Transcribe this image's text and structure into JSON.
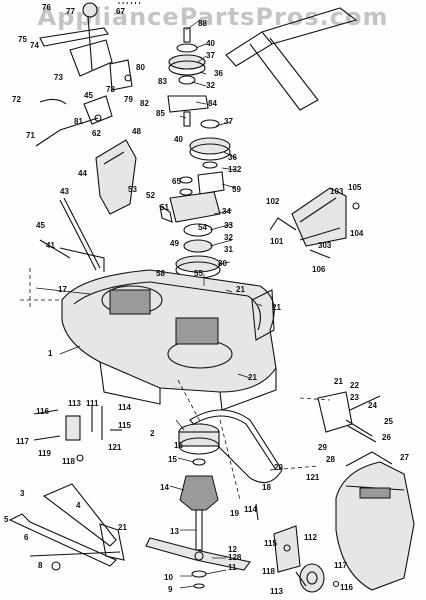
{
  "watermark": "AppliancePartsPros.com",
  "header_fragment": "' ' ' ' ' '",
  "colors": {
    "line": "#111111",
    "paper": "#fdfdfd",
    "watermark": "#969696"
  },
  "callouts": [
    "76",
    "77",
    "67",
    "75",
    "74",
    "73",
    "78",
    "80",
    "79",
    "82",
    "72",
    "45",
    "81",
    "62",
    "71",
    "88",
    "40",
    "37",
    "36",
    "83",
    "32",
    "84",
    "85",
    "37",
    "40",
    "36",
    "132",
    "65",
    "59",
    "48",
    "44",
    "43",
    "53",
    "52",
    "51",
    "34",
    "33",
    "49",
    "32",
    "31",
    "30",
    "54",
    "55",
    "58",
    "45",
    "41",
    "102",
    "103",
    "105",
    "104",
    "101",
    "303",
    "106",
    "17",
    "21",
    "21",
    "1",
    "21",
    "116",
    "113",
    "111",
    "114",
    "115",
    "117",
    "119",
    "118",
    "121",
    "2",
    "16",
    "15",
    "14",
    "21",
    "22",
    "23",
    "24",
    "25",
    "26",
    "27",
    "29",
    "28",
    "20",
    "121",
    "18",
    "114",
    "112",
    "19",
    "3",
    "4",
    "5",
    "6",
    "21",
    "12",
    "13",
    "128",
    "11",
    "10",
    "9",
    "115",
    "117",
    "118",
    "116",
    "113",
    "8"
  ]
}
